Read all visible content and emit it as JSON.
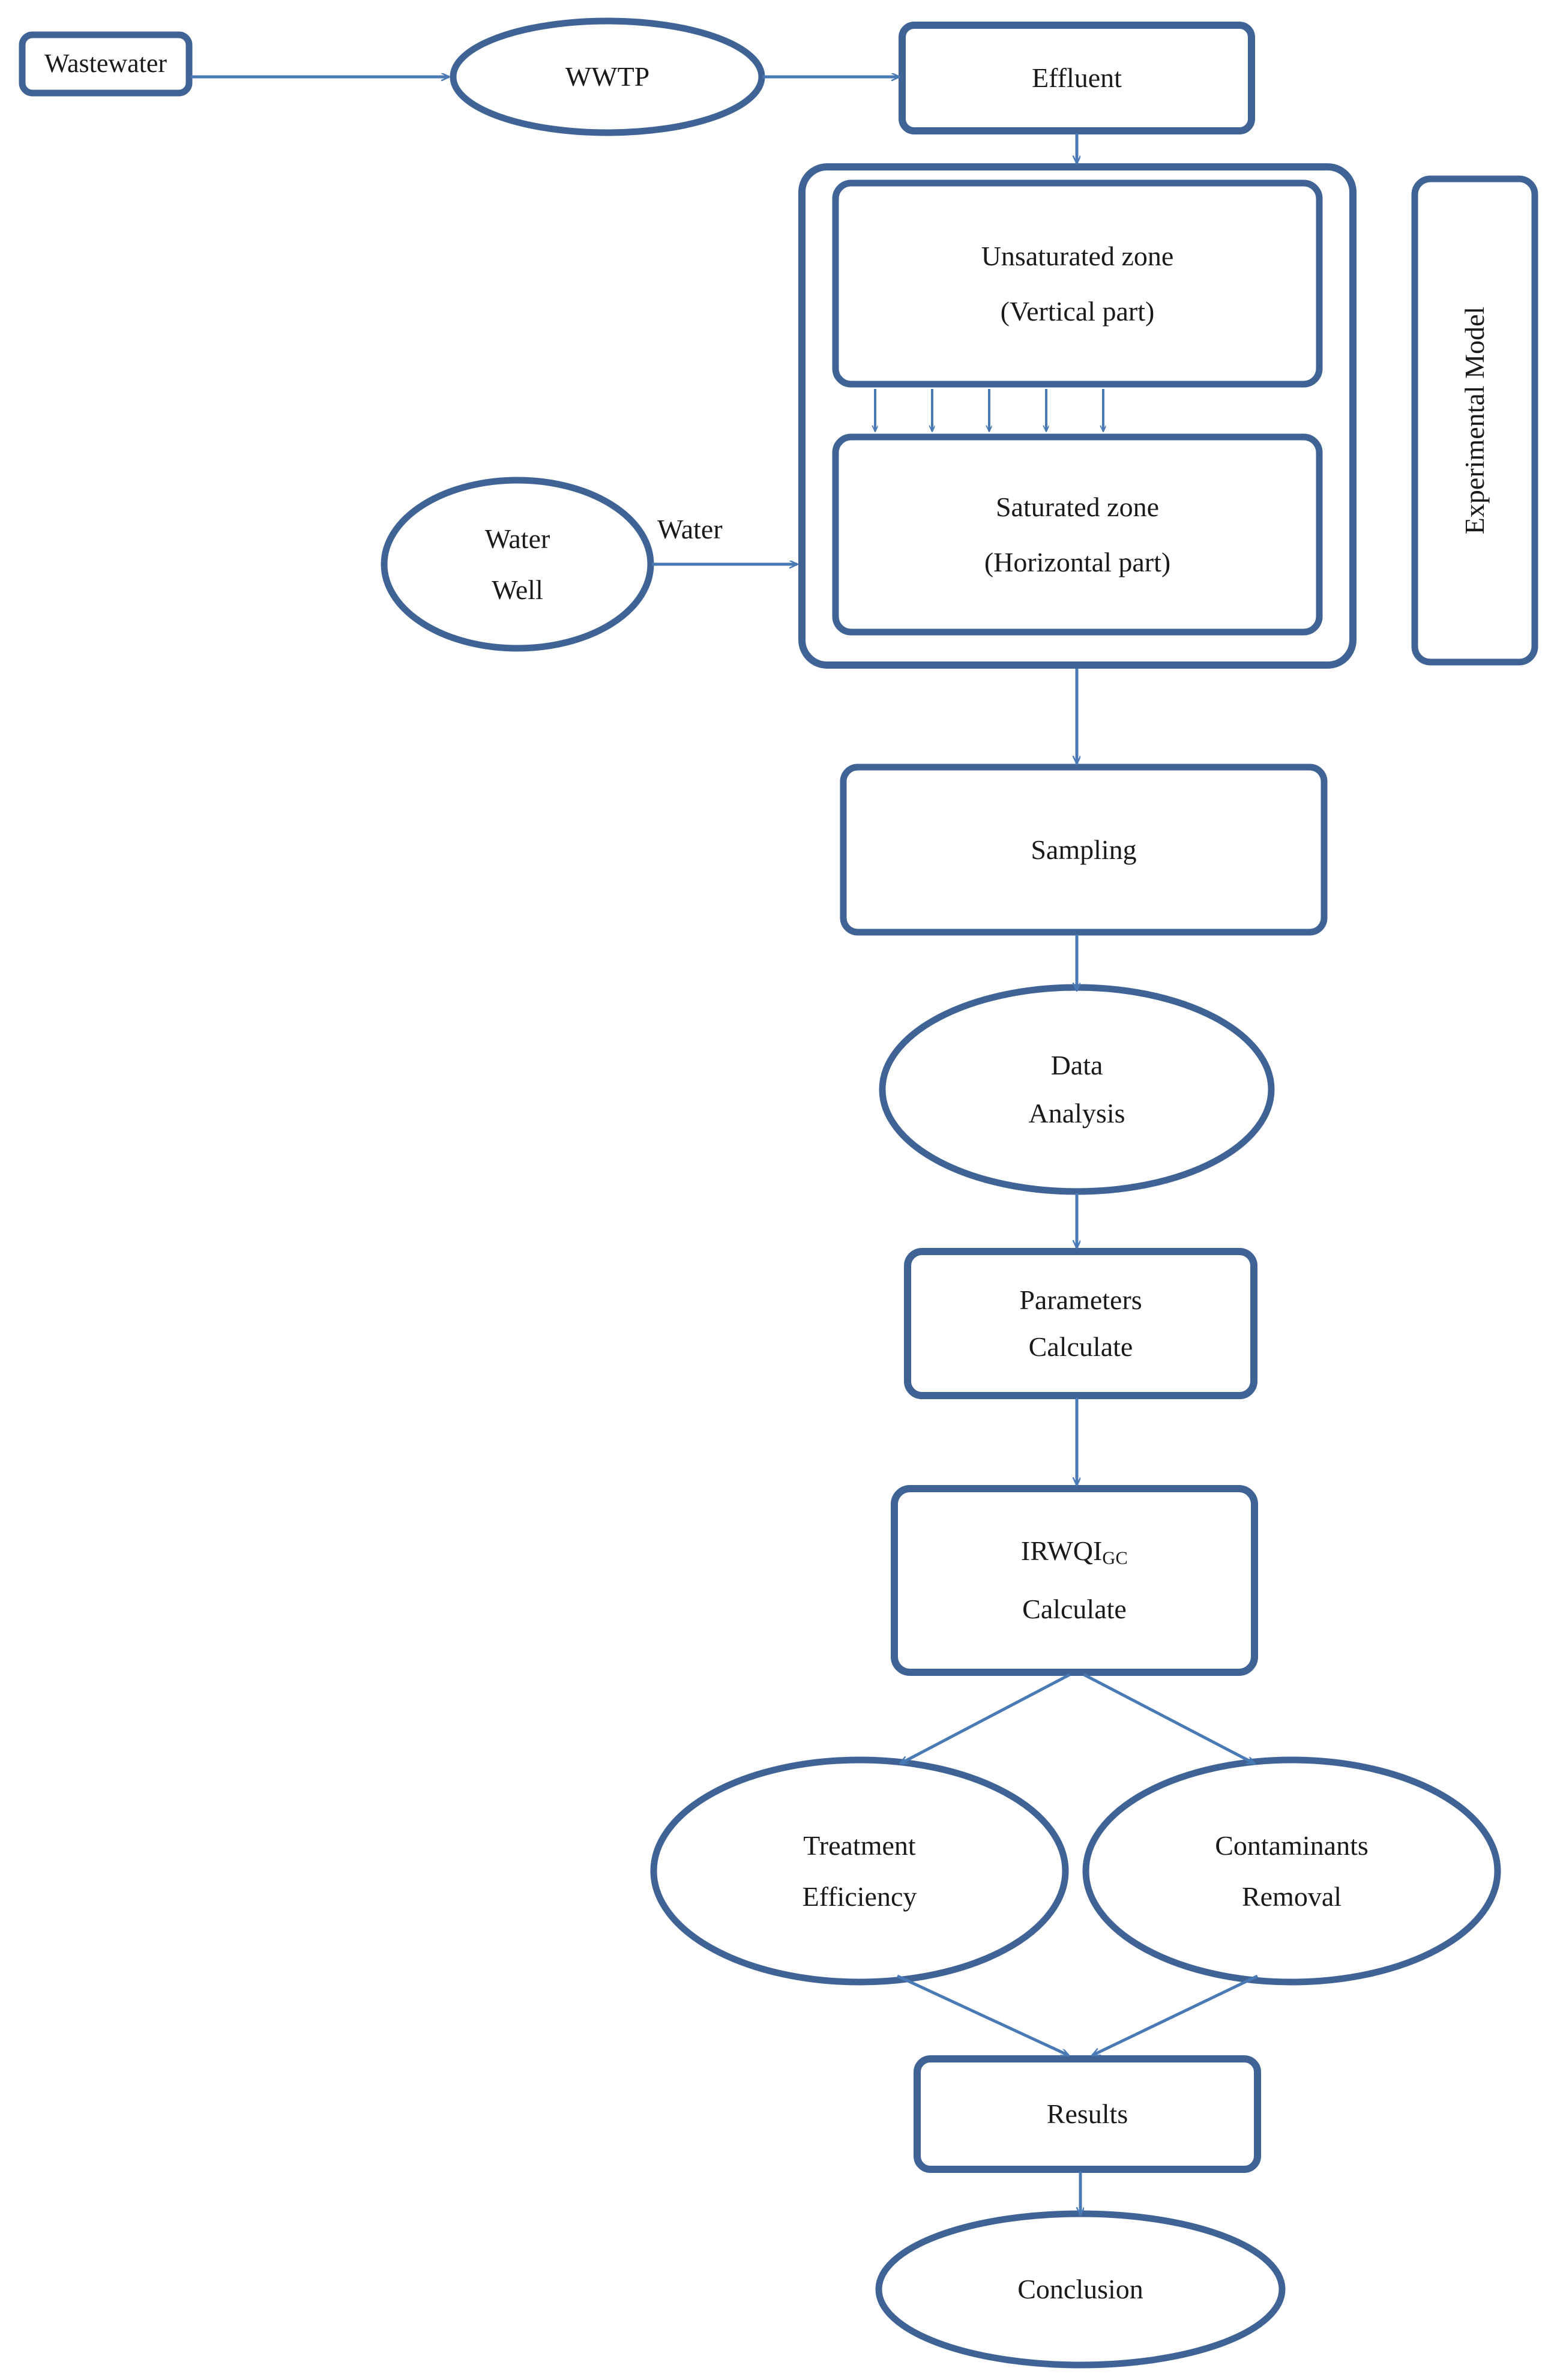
{
  "diagram": {
    "title": "Experimental research workflow flowchart",
    "type": "flowchart",
    "colors": {
      "node_border": "#3f6394",
      "arrow": "#4a7ab5",
      "node_fill": "#ffffff",
      "text": "#1a1a1a",
      "background": "#ffffff"
    },
    "nodes": [
      {
        "id": "wastewater",
        "label": "Wastewater",
        "shape": "rounded-rect"
      },
      {
        "id": "wwtp",
        "label": "WWTP",
        "shape": "ellipse"
      },
      {
        "id": "effluent",
        "label": "Effluent",
        "shape": "rounded-rect"
      },
      {
        "id": "model_frame",
        "label": "",
        "shape": "rounded-rect-outer"
      },
      {
        "id": "unsaturated",
        "line1": "Unsaturated zone",
        "line2": "(Vertical part)",
        "shape": "rounded-rect"
      },
      {
        "id": "saturated",
        "line1": "Saturated zone",
        "line2": "(Horizontal part)",
        "shape": "rounded-rect"
      },
      {
        "id": "exp_model",
        "label": "Experimental Model",
        "shape": "rounded-rect-vertical"
      },
      {
        "id": "water_well",
        "line1": "Water",
        "line2": "Well",
        "shape": "ellipse"
      },
      {
        "id": "sampling",
        "label": "Sampling",
        "shape": "rounded-rect"
      },
      {
        "id": "data_analysis",
        "line1": "Data",
        "line2": "Analysis",
        "shape": "ellipse"
      },
      {
        "id": "parameters",
        "line1": "Parameters",
        "line2": "Calculate",
        "shape": "rounded-rect"
      },
      {
        "id": "irwqi",
        "line1": "IRWQI",
        "sub1": "GC",
        "line2": "Calculate",
        "shape": "rounded-rect"
      },
      {
        "id": "treatment",
        "line1": "Treatment",
        "line2": "Efficiency",
        "shape": "ellipse"
      },
      {
        "id": "contaminants",
        "line1": "Contaminants",
        "line2": "Removal",
        "shape": "ellipse"
      },
      {
        "id": "results",
        "label": "Results",
        "shape": "rounded-rect"
      },
      {
        "id": "conclusion",
        "label": "Conclusion",
        "shape": "ellipse"
      }
    ],
    "edges": [
      {
        "from": "wastewater",
        "to": "wwtp",
        "label": ""
      },
      {
        "from": "wwtp",
        "to": "effluent",
        "label": ""
      },
      {
        "from": "effluent",
        "to": "model_frame",
        "label": ""
      },
      {
        "from": "water_well",
        "to": "model_frame",
        "label": "Water"
      },
      {
        "from": "unsaturated",
        "to": "saturated",
        "label": "",
        "multiplicity": 5
      },
      {
        "from": "model_frame",
        "to": "sampling",
        "label": ""
      },
      {
        "from": "sampling",
        "to": "data_analysis",
        "label": ""
      },
      {
        "from": "data_analysis",
        "to": "parameters",
        "label": ""
      },
      {
        "from": "parameters",
        "to": "irwqi",
        "label": ""
      },
      {
        "from": "irwqi",
        "to": "treatment",
        "label": ""
      },
      {
        "from": "irwqi",
        "to": "contaminants",
        "label": ""
      },
      {
        "from": "treatment",
        "to": "results",
        "label": ""
      },
      {
        "from": "contaminants",
        "to": "results",
        "label": ""
      },
      {
        "from": "results",
        "to": "conclusion",
        "label": ""
      }
    ],
    "labels": {
      "wastewater": "Wastewater",
      "wwtp": "WWTP",
      "effluent": "Effluent",
      "unsaturated_l1": "Unsaturated zone",
      "unsaturated_l2": "(Vertical part)",
      "saturated_l1": "Saturated zone",
      "saturated_l2": "(Horizontal part)",
      "experimental_model": "Experimental Model",
      "water_well_l1": "Water",
      "water_well_l2": "Well",
      "water_edge": "Water",
      "sampling": "Sampling",
      "data_l1": "Data",
      "data_l2": "Analysis",
      "parameters_l1": "Parameters",
      "parameters_l2": "Calculate",
      "irwqi_main": "IRWQI",
      "irwqi_sub": "GC",
      "irwqi_l2": "Calculate",
      "treatment_l1": "Treatment",
      "treatment_l2": "Efficiency",
      "contaminants_l1": "Contaminants",
      "contaminants_l2": "Removal",
      "results": "Results",
      "conclusion": "Conclusion"
    }
  }
}
